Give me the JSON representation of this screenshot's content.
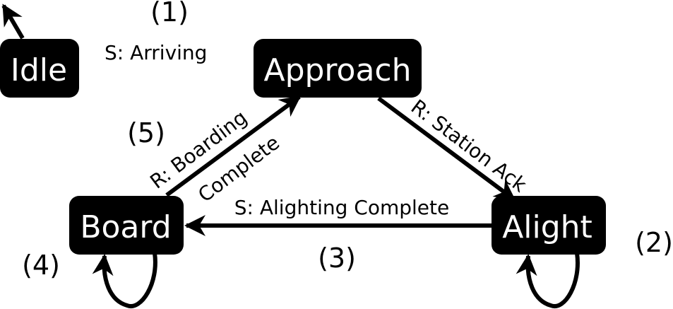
{
  "nodes": {
    "idle": "Idle",
    "approach": "Approach",
    "board": "Board",
    "alight": "Alight"
  },
  "edges": {
    "arriving": "S: Arriving",
    "station_ack": "R: Station Ack",
    "alighting_complete": "S: Alighting Complete",
    "boarding_line1": "R: Boarding",
    "boarding_line2": "Complete"
  },
  "numbers": {
    "n1": "(1)",
    "n2": "(2)",
    "n3": "(3)",
    "n4": "(4)",
    "n5": "(5)"
  },
  "colors": {
    "node_fill": "#000000",
    "node_text": "#ffffff",
    "edge": "#000000"
  }
}
